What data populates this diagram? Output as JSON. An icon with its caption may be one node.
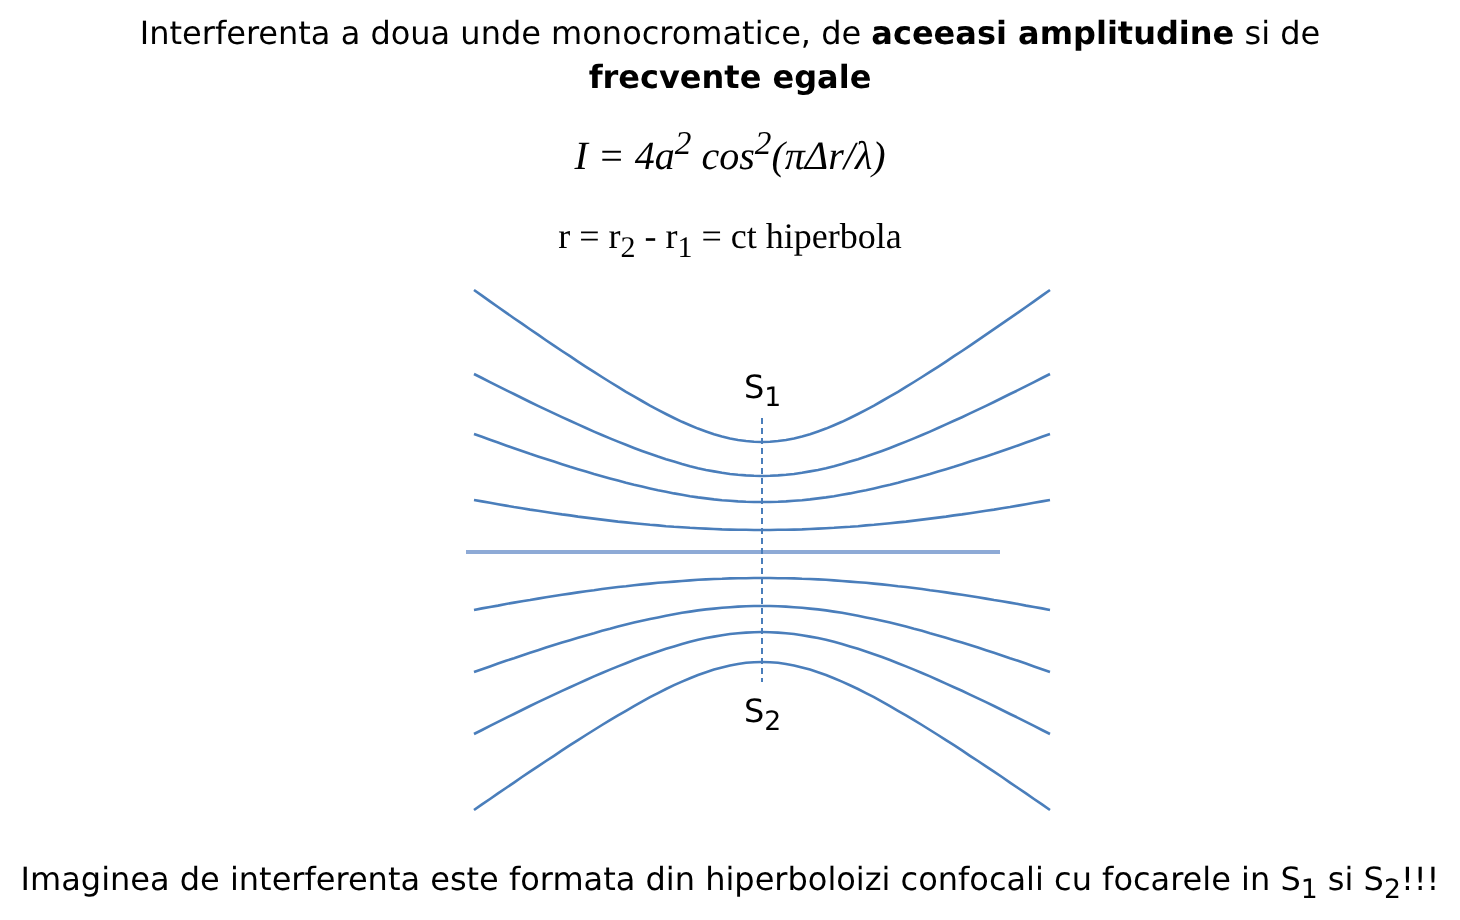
{
  "diagram": {
    "title": "Interferenta a doua unde monocromatice,  de **aceeasi amplitudine** si de **frecvente egale**",
    "caption": "Imaginea de interferenta este formata din hiperboloizi confocali cu focarele in S$_{1}$ si S$_{2}$!!!",
    "labels": [
      "I = 4a$^{2}$ cos$^{2}$(πΔr/λ)",
      "r = r$_{2}$ - r$_{1}$ = ct hiperbola",
      "S$_{1}$",
      "S$_{2}$"
    ]
  }
}
